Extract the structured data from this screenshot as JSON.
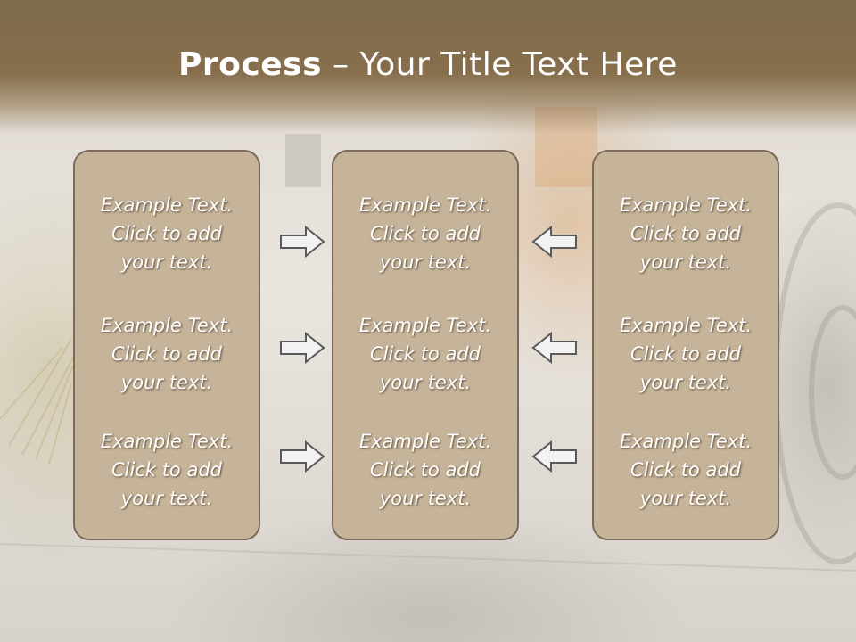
{
  "title": {
    "bold": "Process",
    "rest": " – Your Title Text Here"
  },
  "columns": [
    {
      "items": [
        {
          "line1": "Example Text.",
          "line2": "Click  to add",
          "line3": "your text."
        },
        {
          "line1": "Example Text.",
          "line2": "Click  to add",
          "line3": "your text."
        },
        {
          "line1": "Example Text.",
          "line2": "Click  to add",
          "line3": "your text."
        }
      ]
    },
    {
      "items": [
        {
          "line1": "Example Text.",
          "line2": "Click  to add",
          "line3": "your text."
        },
        {
          "line1": "Example Text.",
          "line2": "Click  to add",
          "line3": "your text."
        },
        {
          "line1": "Example Text.",
          "line2": "Click  to add",
          "line3": "your text."
        }
      ]
    },
    {
      "items": [
        {
          "line1": "Example Text.",
          "line2": "Click  to add",
          "line3": "your text."
        },
        {
          "line1": "Example Text.",
          "line2": "Click  to add",
          "line3": "your text."
        },
        {
          "line1": "Example Text.",
          "line2": "Click  to add",
          "line3": "your text."
        }
      ]
    }
  ],
  "icons": {
    "left_arrows": "arrow-right-icon",
    "right_arrows": "arrow-left-icon"
  },
  "colors": {
    "header": "#7e6a4c",
    "panel_fill": "#c6b49a",
    "panel_border": "#7a6a57",
    "arrow_fill": "#f2f2f2",
    "arrow_stroke": "#5a5a5a"
  }
}
